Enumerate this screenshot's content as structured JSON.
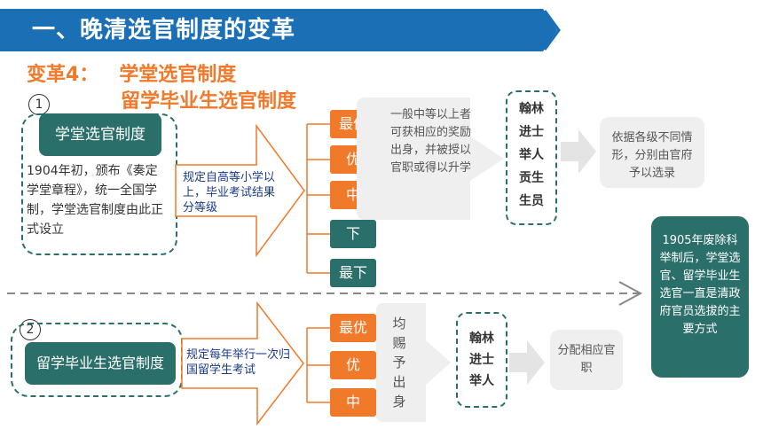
{
  "header": {
    "title": "一、晚清选官制度的变革"
  },
  "subtitle": {
    "line1": "变革4：   学堂选官制度",
    "line2": "留学毕业生选官制度"
  },
  "section1": {
    "number": "1",
    "box_title": "学堂选官制度",
    "description": "1904年初，颁布《奏定学堂章程》，统一全国学制，学堂选官制度由此正式设立",
    "arrow_text": "规定自高等小学以上，毕业考试结果分等级",
    "grades": [
      "最优",
      "优",
      "中",
      "下",
      "最下"
    ],
    "reward_text": "一般中等以上者可获相应的奖励出身，并被授以官职或得以升学",
    "titles": "翰林\n进士\n举人\n贡生\n生员",
    "result_text": "依据各级不同情形，分别由官府予以选录"
  },
  "section2": {
    "number": "2",
    "box_title": "留学毕业生选官制度",
    "arrow_text": "规定每年举行一次归国留学生考试",
    "grades": [
      "最优",
      "优",
      "中"
    ],
    "reward_text": "均\n赐\n予\n出\n身",
    "titles": "翰林\n进士\n举人",
    "result_text": "分配相应官职"
  },
  "conclusion": {
    "text": "1905年废除科举制后，学堂选官、留学毕业生选官一直是清政府官员选拔的主要方式"
  }
}
